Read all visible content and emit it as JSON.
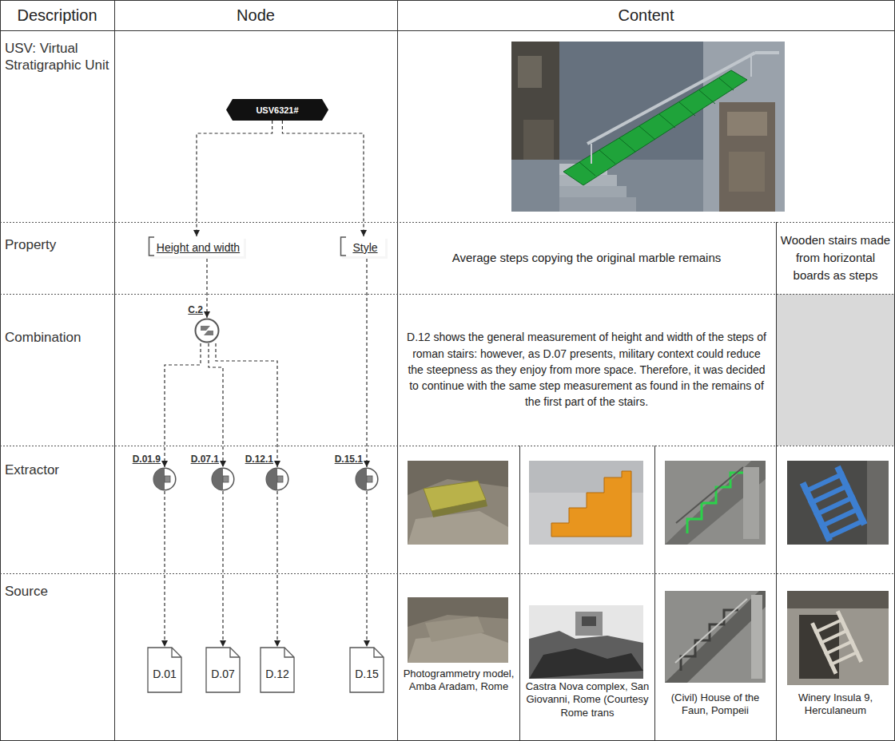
{
  "diagram": {
    "nodes": [
      {
        "text": [
          "USV6321#"
        ]
      },
      {
        "text": [
          "Height and width"
        ]
      },
      {
        "text": [
          "Style"
        ]
      },
      {
        "text": [
          "C.2"
        ]
      },
      {
        "text": [
          "D.01.9"
        ]
      },
      {
        "text": [
          "D.07.1"
        ]
      },
      {
        "text": [
          "D.12.1"
        ]
      },
      {
        "text": [
          "D.15.1"
        ]
      },
      {
        "text": [
          "D.01"
        ]
      },
      {
        "text": [
          "D.07"
        ]
      },
      {
        "text": [
          "D.12"
        ]
      },
      {
        "text": [
          "D.15"
        ]
      }
    ],
    "edges": [
      {
        "from": 0,
        "to": 1,
        "arrow": "to"
      },
      {
        "from": 0,
        "to": 2,
        "arrow": "to"
      },
      {
        "from": 1,
        "to": 3,
        "arrow": "to"
      },
      {
        "from": 3,
        "to": 4,
        "arrow": "to"
      },
      {
        "from": 3,
        "to": 5,
        "arrow": "to"
      },
      {
        "from": 3,
        "to": 6,
        "arrow": "to"
      },
      {
        "from": 2,
        "to": 7,
        "arrow": "to"
      },
      {
        "from": 4,
        "to": 8,
        "arrow": "to"
      },
      {
        "from": 5,
        "to": 9,
        "arrow": "to"
      },
      {
        "from": 6,
        "to": 10,
        "arrow": "to"
      },
      {
        "from": 7,
        "to": 11,
        "arrow": "to"
      }
    ],
    "labels": [
      "Description",
      "Node",
      "Content",
      "USV: Virtual Stratigraphic Unit",
      "Property",
      "Combination",
      "Extractor",
      "Source",
      "Average steps copying the original marble remains",
      "Wooden stairs made from horizontal boards as steps",
      "D.12 shows the general measurement of height and width of the steps of roman stairs: however, as D.07 presents, military context could reduce the steepness as they enjoy from more space. Therefore, it was decided to continue with the same step measurement as found in the remains of the first part of the stairs.",
      "Photogrammetry model, Amba Aradam, Rome",
      "Castra Nova complex, San Giovanni, Rome (Courtesy Rome trans",
      "(Civil) House of the Faun, Pompeii",
      "Winery Insula 9, Herculaneum"
    ]
  }
}
